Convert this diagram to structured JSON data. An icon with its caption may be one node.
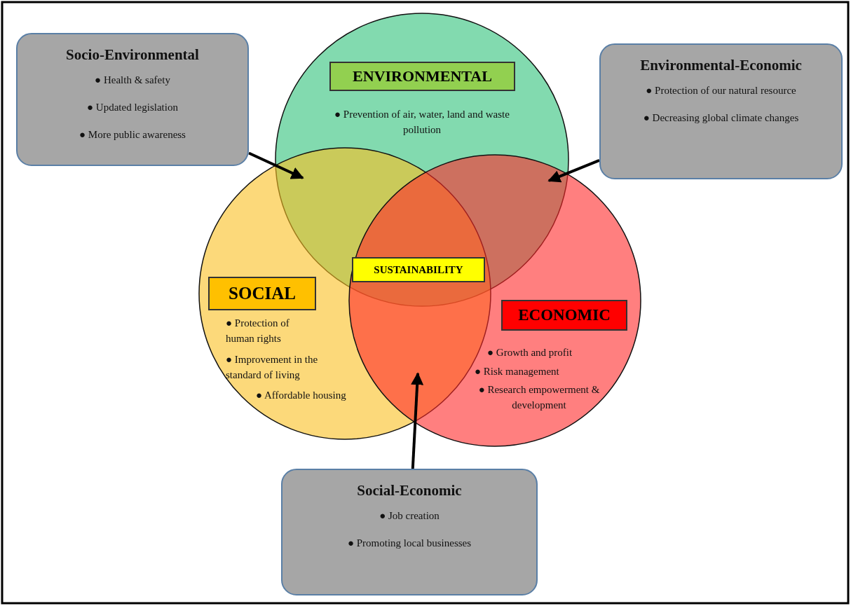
{
  "diagram": {
    "nodes": [
      {
        "text": [
          "Socio-Environmental",
          "● Health & safety",
          "● Updated legislation",
          "● More public awareness"
        ]
      },
      {
        "text": [
          "● Prevention of air, water, land and waste pollution"
        ]
      },
      {
        "text": [
          "ENVIRONMENTAL"
        ],
        "in": 1
      },
      {
        "text": [
          "Environmental-Economic",
          "● Protection of our natural resource",
          "● Decreasing global climate changes"
        ]
      },
      {
        "text": [
          "● Protection of human rights",
          "● Improvement in the standard of living",
          "● Affordable housing"
        ]
      },
      {
        "text": [
          "SOCIAL"
        ],
        "in": 4
      },
      {
        "text": [
          "SUSTAINABILITY"
        ]
      },
      {
        "text": [
          "● Growth and profit",
          "● Risk management",
          "● Research empowerment & development"
        ]
      },
      {
        "text": [
          "ECONOMIC"
        ],
        "in": 7
      },
      {
        "text": [
          "Social-Economic",
          "● Job creation",
          "● Promoting local businesses"
        ]
      }
    ],
    "edges": [
      {
        "from": 0,
        "to": 4,
        "arrow": "to"
      },
      {
        "from": 3,
        "to": 7,
        "arrow": "to"
      },
      {
        "from": 9,
        "to": null,
        "arrow": "to"
      }
    ]
  }
}
